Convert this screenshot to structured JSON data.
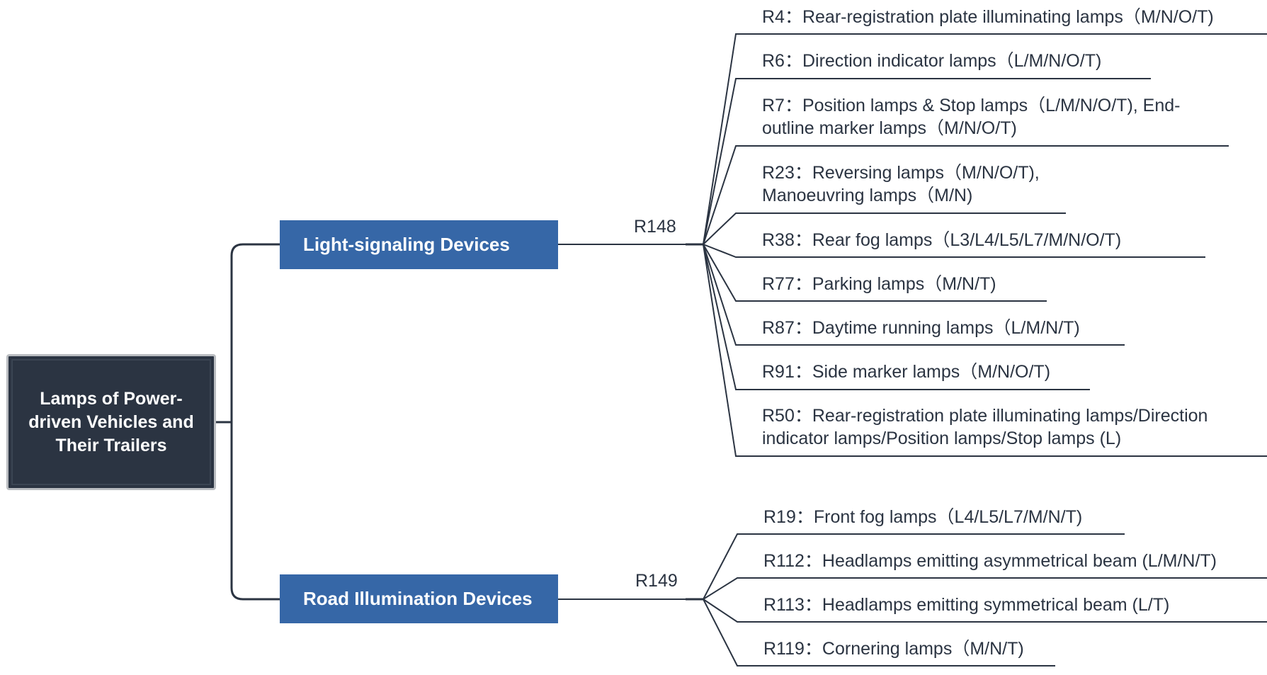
{
  "root": {
    "label": "Lamps of Power-driven Vehicles and Their Trailers"
  },
  "branches": [
    {
      "label": "Light-signaling Devices",
      "regulation": "R148",
      "leaves": [
        "R4：Rear-registration plate illuminating lamps（M/N/O/T)",
        "R6：Direction indicator lamps（L/M/N/O/T)",
        "R7：Position lamps & Stop lamps（L/M/N/O/T), End-outline marker lamps（M/N/O/T)",
        "R23：Reversing lamps（M/N/O/T), Manoeuvring lamps（M/N)",
        "R38：Rear fog lamps（L3/L4/L5/L7/M/N/O/T)",
        "R77：Parking lamps（M/N/T)",
        "R87：Daytime running lamps（L/M/N/T)",
        "R91：Side marker lamps（M/N/O/T)",
        "R50：Rear-registration plate illuminating lamps/Direction indicator lamps/Position lamps/Stop lamps (L)"
      ]
    },
    {
      "label": "Road Illumination Devices",
      "regulation": "R149",
      "leaves": [
        "R19：Front fog lamps（L4/L5/L7/M/N/T)",
        "R112：Headlamps emitting asymmetrical beam (L/M/N/T)",
        "R113：Headlamps emitting symmetrical beam (L/T)",
        "R119：Cornering lamps（M/N/T)"
      ]
    }
  ]
}
